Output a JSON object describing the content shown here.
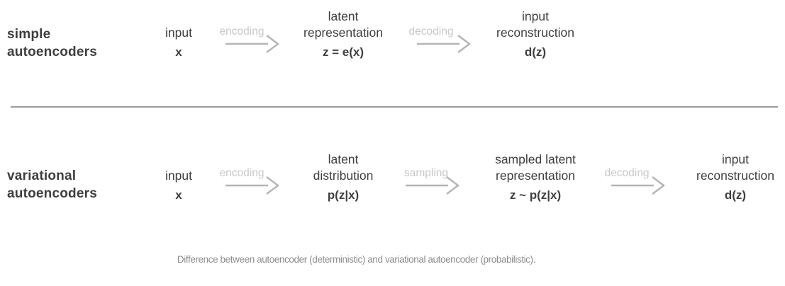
{
  "colors": {
    "dark_text": "#3e3e3e",
    "arrow_label": "#c8c8c8",
    "arrow": "#b4b4b6",
    "divider": "#9b9b9b",
    "caption": "#8d8d8d",
    "background": "#ffffff"
  },
  "diagram": {
    "rows": [
      {
        "label_line1": "simple",
        "label_line2": "autoencoders",
        "nodes": [
          {
            "title1": "input",
            "title2": "",
            "formula": "x"
          },
          {
            "title1": "latent",
            "title2": "representation",
            "formula": "z = e(x)"
          },
          {
            "title1": "input",
            "title2": "reconstruction",
            "formula": "d(z)"
          }
        ],
        "arrows": [
          {
            "label": "encoding"
          },
          {
            "label": "decoding"
          }
        ]
      },
      {
        "label_line1": "variational",
        "label_line2": "autoencoders",
        "nodes": [
          {
            "title1": "input",
            "title2": "",
            "formula": "x"
          },
          {
            "title1": "latent",
            "title2": "distribution",
            "formula": "p(z|x)"
          },
          {
            "title1": "sampled latent",
            "title2": "representation",
            "formula": "z ~ p(z|x)"
          },
          {
            "title1": "input",
            "title2": "reconstruction",
            "formula": "d(z)"
          }
        ],
        "arrows": [
          {
            "label": "encoding"
          },
          {
            "label": "sampling"
          },
          {
            "label": "decoding"
          }
        ]
      }
    ],
    "caption": "Difference between autoencoder (deterministic) and variational autoencoder (probabilistic)."
  }
}
